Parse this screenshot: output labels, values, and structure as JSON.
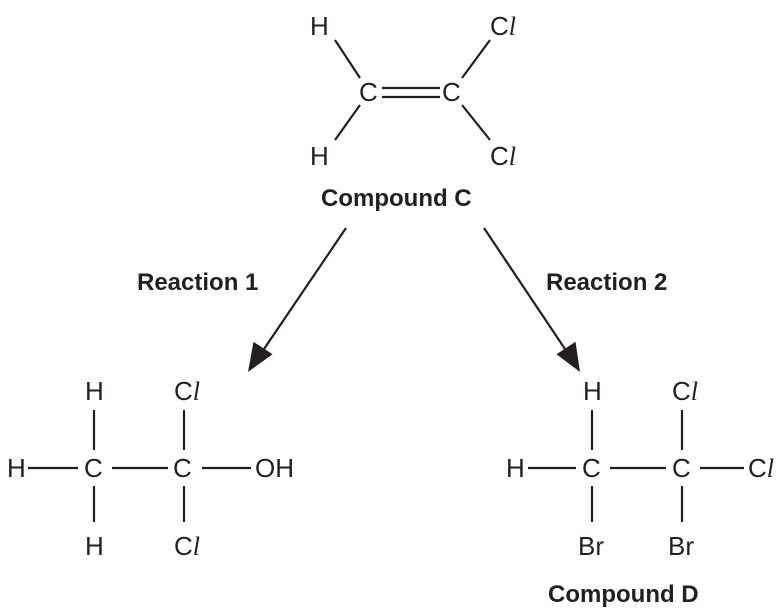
{
  "compound_c": {
    "name": "Compound C",
    "atoms": {
      "h_top": "H",
      "h_bottom": "H",
      "c_left": "C",
      "c_right": "C",
      "cl_top": "C",
      "cl_top_l": "l",
      "cl_bottom": "C",
      "cl_bottom_l": "l"
    }
  },
  "reaction_1": {
    "label": "Reaction 1"
  },
  "reaction_2": {
    "label": "Reaction 2"
  },
  "product_1": {
    "atoms": {
      "h_top": "H",
      "h_left": "H",
      "h_bottom": "H",
      "c1": "C",
      "c2": "C",
      "cl_top": "C",
      "cl_top_l": "l",
      "cl_bottom": "C",
      "cl_bottom_l": "l",
      "oh": "OH"
    }
  },
  "compound_d": {
    "name": "Compound D",
    "atoms": {
      "h_top": "H",
      "h_left": "H",
      "c1": "C",
      "c2": "C",
      "cl_top": "C",
      "cl_top_l": "l",
      "cl_right": "C",
      "cl_right_l": "l",
      "br_left": "Br",
      "br_right": "Br"
    }
  }
}
